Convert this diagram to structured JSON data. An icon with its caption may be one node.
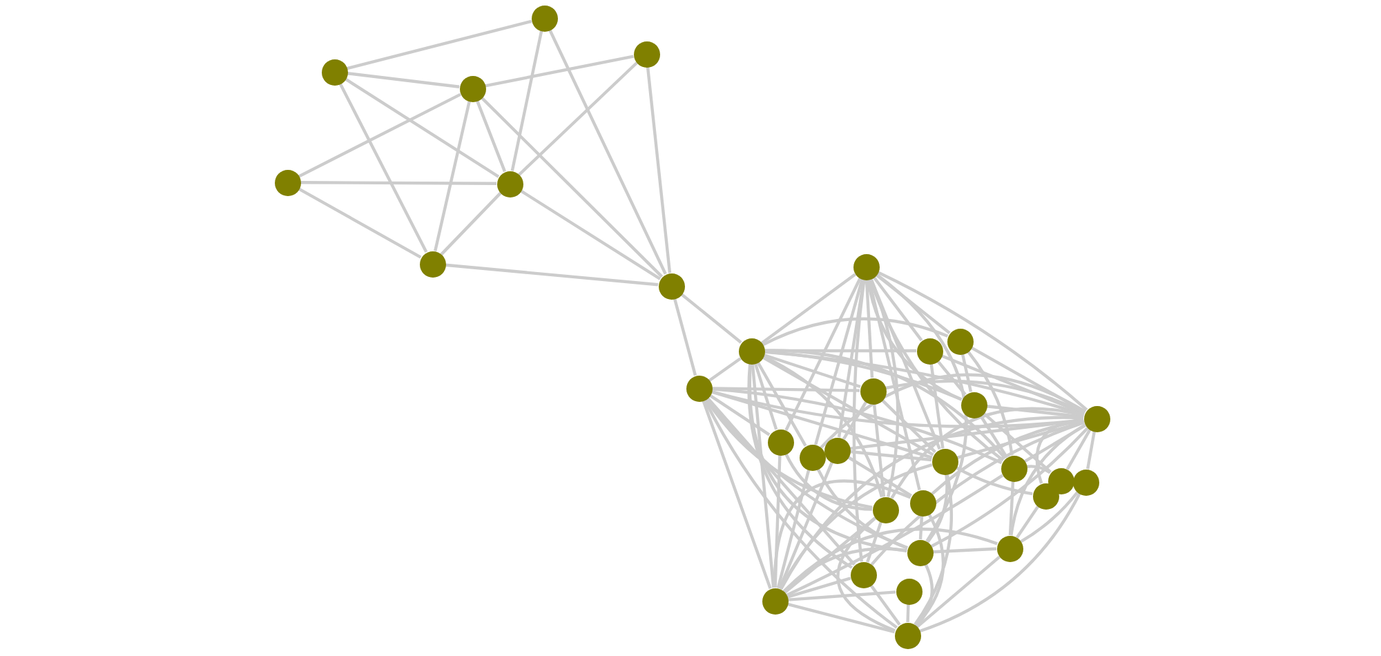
{
  "diagram": {
    "nodes": [
      {
        "text": [],
        "shape": "circle"
      },
      {
        "text": [],
        "shape": "circle"
      },
      {
        "text": [],
        "shape": "circle"
      },
      {
        "text": [],
        "shape": "circle"
      },
      {
        "text": [],
        "shape": "circle"
      },
      {
        "text": [],
        "shape": "circle"
      },
      {
        "text": [],
        "shape": "circle"
      },
      {
        "text": [],
        "shape": "circle"
      },
      {
        "text": [],
        "shape": "circle"
      },
      {
        "text": [],
        "shape": "circle"
      },
      {
        "text": [],
        "shape": "circle"
      },
      {
        "text": [],
        "shape": "circle"
      },
      {
        "text": [],
        "shape": "circle"
      },
      {
        "text": [],
        "shape": "circle"
      },
      {
        "text": [],
        "shape": "circle"
      },
      {
        "text": [],
        "shape": "circle"
      },
      {
        "text": [],
        "shape": "circle"
      },
      {
        "text": [],
        "shape": "circle"
      },
      {
        "text": [],
        "shape": "circle"
      },
      {
        "text": [],
        "shape": "circle"
      },
      {
        "text": [],
        "shape": "circle"
      },
      {
        "text": [],
        "shape": "circle"
      },
      {
        "text": [],
        "shape": "circle"
      },
      {
        "text": [],
        "shape": "circle"
      },
      {
        "text": [],
        "shape": "circle"
      },
      {
        "text": [],
        "shape": "circle"
      },
      {
        "text": [],
        "shape": "circle"
      },
      {
        "text": [],
        "shape": "circle"
      },
      {
        "text": [],
        "shape": "circle"
      },
      {
        "text": [],
        "shape": "circle"
      },
      {
        "text": [],
        "shape": "circle"
      },
      {
        "text": [],
        "shape": "circle"
      }
    ],
    "edges": [
      {
        "from": 1,
        "to": 0,
        "arrow": "none"
      },
      {
        "from": 1,
        "to": 2,
        "arrow": "none"
      },
      {
        "from": 1,
        "to": 5,
        "arrow": "none"
      },
      {
        "from": 1,
        "to": 6,
        "arrow": "none"
      },
      {
        "from": 2,
        "to": 3,
        "arrow": "none"
      },
      {
        "from": 2,
        "to": 4,
        "arrow": "none"
      },
      {
        "from": 2,
        "to": 5,
        "arrow": "none"
      },
      {
        "from": 2,
        "to": 6,
        "arrow": "none"
      },
      {
        "from": 2,
        "to": 7,
        "arrow": "none"
      },
      {
        "from": 0,
        "to": 5,
        "arrow": "none"
      },
      {
        "from": 0,
        "to": 7,
        "arrow": "none"
      },
      {
        "from": 3,
        "to": 5,
        "arrow": "none"
      },
      {
        "from": 3,
        "to": 7,
        "arrow": "none"
      },
      {
        "from": 4,
        "to": 5,
        "arrow": "none"
      },
      {
        "from": 4,
        "to": 6,
        "arrow": "none"
      },
      {
        "from": 5,
        "to": 6,
        "arrow": "none"
      },
      {
        "from": 5,
        "to": 7,
        "arrow": "none"
      },
      {
        "from": 6,
        "to": 7,
        "arrow": "none"
      },
      {
        "from": 7,
        "to": 8,
        "arrow": "none"
      },
      {
        "from": 7,
        "to": 9,
        "arrow": "none"
      },
      {
        "from": 8,
        "to": 9,
        "arrow": "none"
      },
      {
        "from": 8,
        "to": 10,
        "arrow": "none"
      },
      {
        "from": 8,
        "to": 11,
        "arrow": "none"
      },
      {
        "from": 8,
        "to": 12,
        "arrow": "none"
      },
      {
        "from": 8,
        "to": 13,
        "arrow": "none"
      },
      {
        "from": 8,
        "to": 14,
        "arrow": "none"
      },
      {
        "from": 8,
        "to": 15,
        "arrow": "none"
      },
      {
        "from": 8,
        "to": 16,
        "arrow": "none"
      },
      {
        "from": 8,
        "to": 17,
        "arrow": "none"
      },
      {
        "from": 8,
        "to": 19,
        "arrow": "none"
      },
      {
        "from": 8,
        "to": 20,
        "arrow": "none"
      },
      {
        "from": 8,
        "to": 24,
        "arrow": "none"
      },
      {
        "from": 8,
        "to": 26,
        "arrow": "none"
      },
      {
        "from": 8,
        "to": 28,
        "arrow": "none"
      },
      {
        "from": 8,
        "to": 30,
        "arrow": "none"
      },
      {
        "from": 9,
        "to": 13,
        "arrow": "none"
      },
      {
        "from": 9,
        "to": 15,
        "arrow": "none"
      },
      {
        "from": 9,
        "to": 16,
        "arrow": "none"
      },
      {
        "from": 9,
        "to": 19,
        "arrow": "none"
      },
      {
        "from": 9,
        "to": 20,
        "arrow": "none"
      },
      {
        "from": 9,
        "to": 24,
        "arrow": "none"
      },
      {
        "from": 9,
        "to": 26,
        "arrow": "none"
      },
      {
        "from": 9,
        "to": 28,
        "arrow": "none"
      },
      {
        "from": 9,
        "to": 30,
        "arrow": "none"
      },
      {
        "from": 9,
        "to": 31,
        "arrow": "none"
      },
      {
        "from": 10,
        "to": 11,
        "arrow": "none"
      },
      {
        "from": 10,
        "to": 12,
        "arrow": "none"
      },
      {
        "from": 10,
        "to": 13,
        "arrow": "none"
      },
      {
        "from": 10,
        "to": 14,
        "arrow": "none"
      },
      {
        "from": 10,
        "to": 15,
        "arrow": "none"
      },
      {
        "from": 10,
        "to": 16,
        "arrow": "none"
      },
      {
        "from": 10,
        "to": 17,
        "arrow": "none"
      },
      {
        "from": 10,
        "to": 18,
        "arrow": "none"
      },
      {
        "from": 10,
        "to": 19,
        "arrow": "none"
      },
      {
        "from": 10,
        "to": 20,
        "arrow": "none"
      },
      {
        "from": 10,
        "to": 24,
        "arrow": "none"
      },
      {
        "from": 10,
        "to": 25,
        "arrow": "none"
      },
      {
        "from": 10,
        "to": 26,
        "arrow": "none"
      },
      {
        "from": 10,
        "to": 28,
        "arrow": "none"
      },
      {
        "from": 11,
        "to": 15,
        "arrow": "none"
      },
      {
        "from": 12,
        "to": 15,
        "arrow": "none"
      },
      {
        "from": 13,
        "to": 15,
        "arrow": "none"
      },
      {
        "from": 14,
        "to": 15,
        "arrow": "none"
      },
      {
        "from": 15,
        "to": 17,
        "arrow": "none"
      },
      {
        "from": 15,
        "to": 18,
        "arrow": "none"
      },
      {
        "from": 15,
        "to": 19,
        "arrow": "none"
      },
      {
        "from": 15,
        "to": 20,
        "arrow": "none"
      },
      {
        "from": 15,
        "to": 21,
        "arrow": "none"
      },
      {
        "from": 15,
        "to": 22,
        "arrow": "none"
      },
      {
        "from": 15,
        "to": 23,
        "arrow": "none"
      },
      {
        "from": 15,
        "to": 24,
        "arrow": "none"
      },
      {
        "from": 15,
        "to": 25,
        "arrow": "none"
      },
      {
        "from": 15,
        "to": 26,
        "arrow": "none"
      },
      {
        "from": 15,
        "to": 27,
        "arrow": "none"
      },
      {
        "from": 15,
        "to": 28,
        "arrow": "none"
      },
      {
        "from": 15,
        "to": 30,
        "arrow": "none"
      },
      {
        "from": 16,
        "to": 30,
        "arrow": "none"
      },
      {
        "from": 17,
        "to": 30,
        "arrow": "none"
      },
      {
        "from": 18,
        "to": 30,
        "arrow": "none"
      },
      {
        "from": 19,
        "to": 30,
        "arrow": "none"
      },
      {
        "from": 20,
        "to": 30,
        "arrow": "none"
      },
      {
        "from": 24,
        "to": 30,
        "arrow": "none"
      },
      {
        "from": 25,
        "to": 30,
        "arrow": "none"
      },
      {
        "from": 26,
        "to": 30,
        "arrow": "none"
      },
      {
        "from": 27,
        "to": 30,
        "arrow": "none"
      },
      {
        "from": 28,
        "to": 30,
        "arrow": "none"
      },
      {
        "from": 29,
        "to": 30,
        "arrow": "none"
      },
      {
        "from": 30,
        "to": 31,
        "arrow": "none"
      },
      {
        "from": 19,
        "to": 31,
        "arrow": "none"
      },
      {
        "from": 22,
        "to": 31,
        "arrow": "none"
      },
      {
        "from": 24,
        "to": 31,
        "arrow": "none"
      },
      {
        "from": 25,
        "to": 31,
        "arrow": "none"
      },
      {
        "from": 26,
        "to": 31,
        "arrow": "none"
      },
      {
        "from": 27,
        "to": 31,
        "arrow": "none"
      },
      {
        "from": 28,
        "to": 31,
        "arrow": "none"
      },
      {
        "from": 29,
        "to": 31,
        "arrow": "none"
      },
      {
        "from": 11,
        "to": 14,
        "arrow": "none"
      },
      {
        "from": 11,
        "to": 19,
        "arrow": "none"
      },
      {
        "from": 12,
        "to": 14,
        "arrow": "none"
      },
      {
        "from": 12,
        "to": 20,
        "arrow": "none"
      },
      {
        "from": 13,
        "to": 18,
        "arrow": "none"
      },
      {
        "from": 13,
        "to": 19,
        "arrow": "none"
      },
      {
        "from": 13,
        "to": 24,
        "arrow": "none"
      },
      {
        "from": 14,
        "to": 20,
        "arrow": "none"
      },
      {
        "from": 14,
        "to": 21,
        "arrow": "none"
      },
      {
        "from": 16,
        "to": 24,
        "arrow": "none"
      },
      {
        "from": 17,
        "to": 26,
        "arrow": "none"
      },
      {
        "from": 18,
        "to": 19,
        "arrow": "none"
      },
      {
        "from": 18,
        "to": 25,
        "arrow": "none"
      },
      {
        "from": 19,
        "to": 23,
        "arrow": "none"
      },
      {
        "from": 19,
        "to": 26,
        "arrow": "none"
      },
      {
        "from": 20,
        "to": 21,
        "arrow": "none"
      },
      {
        "from": 20,
        "to": 27,
        "arrow": "none"
      },
      {
        "from": 22,
        "to": 27,
        "arrow": "none"
      },
      {
        "from": 23,
        "to": 27,
        "arrow": "none"
      },
      {
        "from": 24,
        "to": 28,
        "arrow": "none"
      },
      {
        "from": 25,
        "to": 26,
        "arrow": "none"
      },
      {
        "from": 26,
        "to": 27,
        "arrow": "none"
      }
    ]
  }
}
